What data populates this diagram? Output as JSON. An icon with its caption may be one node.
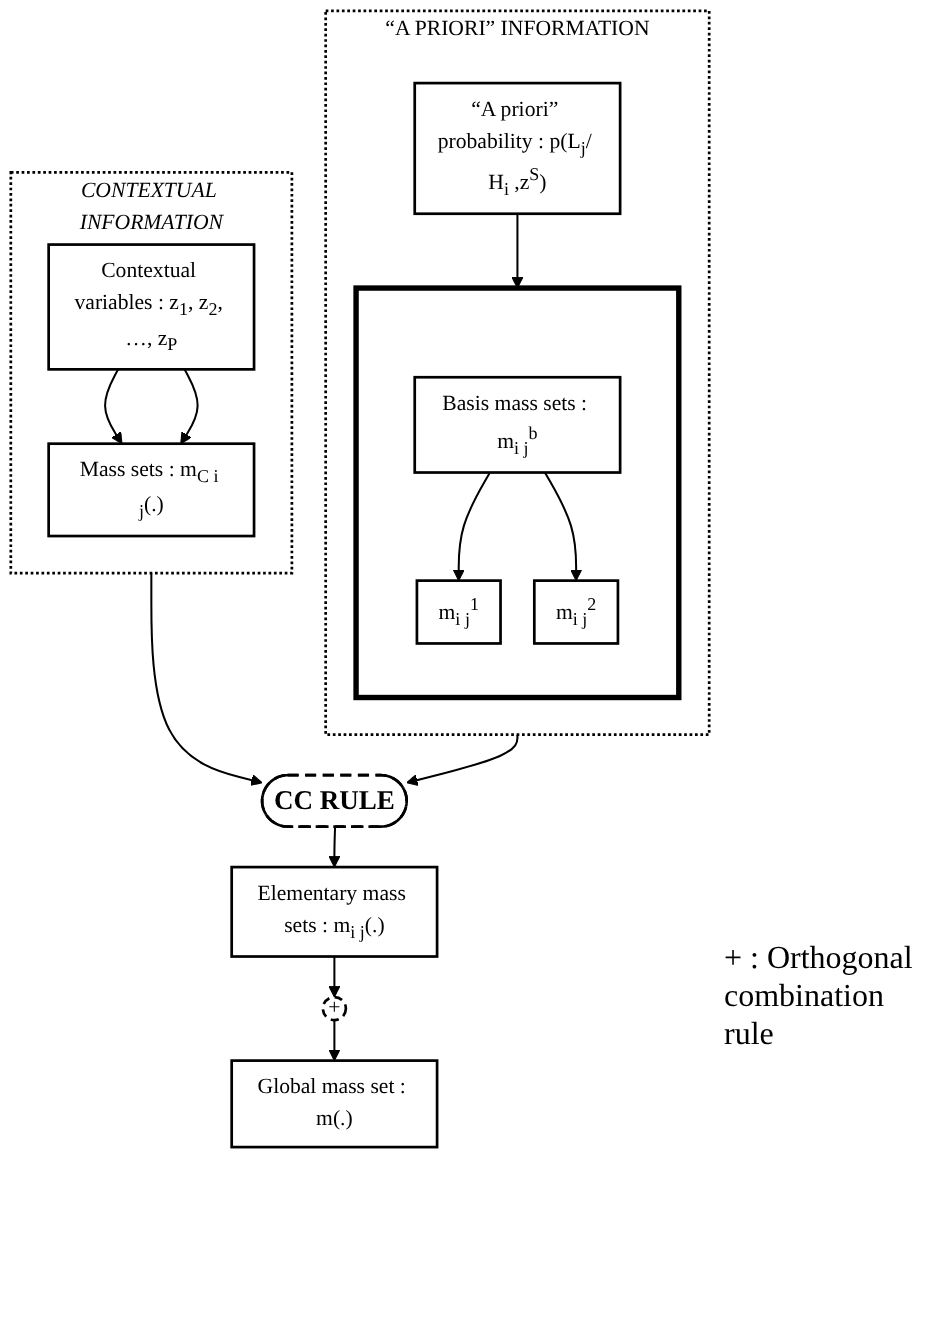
{
  "diagram": {
    "nodes": [
      {
        "text": [
          "CONTEXTUAL INFORMATION"
        ]
      },
      {
        "text": [
          "Contextual variables : z$_{1}$, z$_{2}$, …, z$_{P}$"
        ],
        "in": 0
      },
      {
        "text": [
          "Mass sets : m$_{C i j}$(.)"
        ],
        "in": 0
      },
      {
        "text": [
          "“A PRIORI” INFORMATION"
        ]
      },
      {
        "text": [
          "“A priori” probability : p(L$_{j}$/ H$_{i}$ ,z$^{S}$)"
        ],
        "in": 3
      },
      {
        "text": [],
        "shape": "box",
        "in": 3
      },
      {
        "text": [
          "Basis mass sets : m$_{i j}$$^{b}$"
        ],
        "in": 5
      },
      {
        "text": [
          "m$_{i j}$$^{1}$"
        ],
        "in": 5
      },
      {
        "text": [
          "m$_{i j}$$^{2}$"
        ],
        "in": 5
      },
      {
        "text": [
          "CC RULE"
        ]
      },
      {
        "text": [
          "Elementary mass sets : m$_{i j}$(.)"
        ]
      },
      {
        "text": [
          "+"
        ]
      },
      {
        "text": [
          "Global mass set : m(.)"
        ]
      }
    ],
    "edges": [
      {
        "from": 1,
        "to": 2,
        "arrow": "to"
      },
      {
        "from": 1,
        "to": 2,
        "arrow": "to"
      },
      {
        "from": 4,
        "to": 5,
        "arrow": "to"
      },
      {
        "from": 6,
        "to": 7,
        "arrow": "to"
      },
      {
        "from": 6,
        "to": 8,
        "arrow": "to"
      },
      {
        "from": 0,
        "to": 9,
        "arrow": "to"
      },
      {
        "from": 3,
        "to": 9,
        "arrow": "to"
      },
      {
        "from": 9,
        "to": 10,
        "arrow": "to"
      },
      {
        "from": 10,
        "to": 11,
        "arrow": "to"
      },
      {
        "from": 11,
        "to": 12,
        "arrow": "to"
      }
    ],
    "labels": [
      "+ : Orthogonal combination rule"
    ]
  }
}
